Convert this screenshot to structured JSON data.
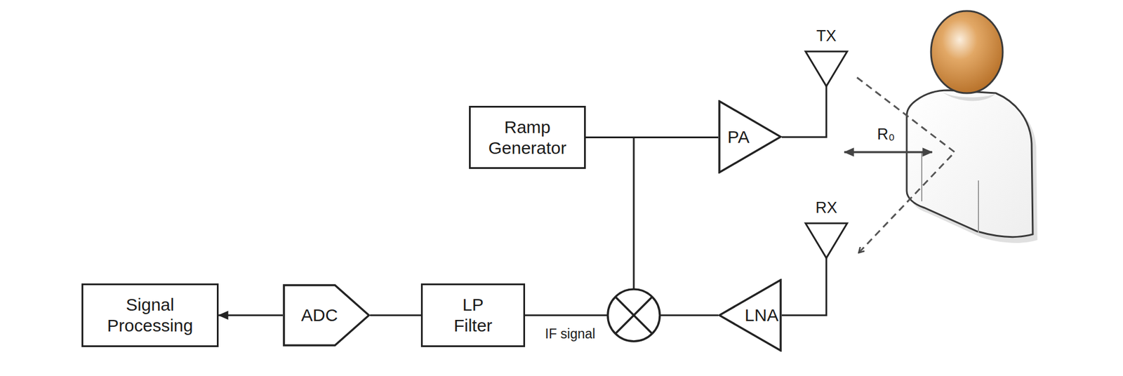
{
  "diagram": {
    "nodes": [
      {
        "text": [
          "Ramp Generator"
        ]
      },
      {
        "text": [
          "PA"
        ]
      },
      {
        "text": [
          "Signal Processing"
        ]
      },
      {
        "text": [
          "ADC"
        ]
      },
      {
        "text": [
          "LP Filter"
        ]
      },
      {
        "text": [
          "LNA"
        ]
      }
    ],
    "edges": [
      {
        "from": 0,
        "to": 1,
        "arrow": "none"
      },
      {
        "from": 4,
        "to": 3,
        "arrow": "none"
      },
      {
        "from": 3,
        "to": 2,
        "arrow": "to"
      }
    ],
    "labels": [
      "TX",
      "RX",
      "R₀",
      "IF signal"
    ]
  }
}
